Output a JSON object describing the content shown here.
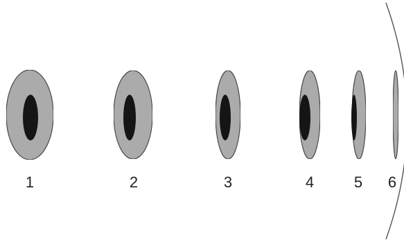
{
  "diagram": {
    "stages": [
      {
        "label": "1"
      },
      {
        "label": "2"
      },
      {
        "label": "3"
      },
      {
        "label": "4"
      },
      {
        "label": "5"
      },
      {
        "label": "6"
      }
    ],
    "colors": {
      "outer_fill": "#b2b2b2",
      "outer_stroke": "#4a4a4a",
      "inner_fill": "#151515",
      "label": "#222222",
      "arc": "#555555"
    }
  }
}
